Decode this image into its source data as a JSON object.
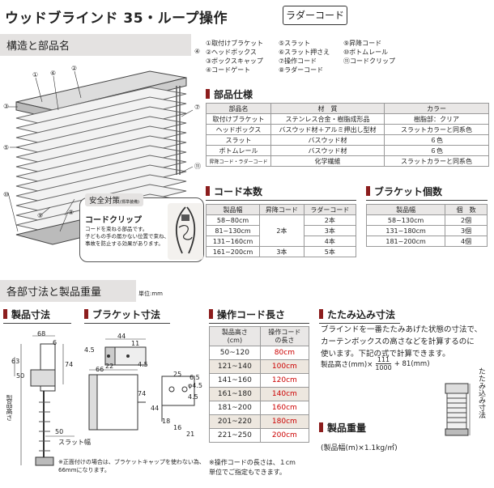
{
  "header": {
    "title": "ウッドブラインド 35・ループ操作",
    "tag": "ラダーコード"
  },
  "parts_section": {
    "heading": "構造と部品名",
    "parts": [
      [
        "①取付けブラケット",
        "⑤スラット",
        "⑨昇降コード"
      ],
      [
        "②ヘッドボックス",
        "⑥スラット押さえ",
        "⑩ボトムレール"
      ],
      [
        "③ボックスキャップ",
        "⑦操作コード",
        "⑪コードクリップ"
      ],
      [
        "④コードゲート",
        "⑧ラダーコード",
        ""
      ]
    ],
    "callout_numbers": [
      "①",
      "②",
      "③",
      "④",
      "⑤",
      "⑥",
      "⑦",
      "⑧",
      "⑨",
      "⑩",
      "⑪"
    ]
  },
  "spec": {
    "heading": "部品仕様",
    "headers": [
      "部品名",
      "材　質",
      "カラー"
    ],
    "rows": [
      [
        "取付けブラケット",
        "ステンレス合金・樹脂成形品",
        "樹脂部：クリア"
      ],
      [
        "ヘッドボックス",
        "バスウッド材＋アルミ押出し型材",
        "スラットカラーと同系色"
      ],
      [
        "スラット",
        "バスウッド材",
        "６色"
      ],
      [
        "ボトムレール",
        "バスウッド材",
        "６色"
      ],
      [
        "昇降コード・ラダーコード",
        "化学繊維",
        "スラットカラーと同系色"
      ]
    ]
  },
  "cords": {
    "heading": "コード本数",
    "headers": [
      "製品幅",
      "昇降コード",
      "ラダーコード"
    ],
    "rows": [
      [
        "58~80cm",
        "2本",
        "2本"
      ],
      [
        "81~130cm",
        "",
        "3本"
      ],
      [
        "131~160cm",
        "",
        "4本"
      ],
      [
        "161~200cm",
        "3本",
        "5本"
      ]
    ]
  },
  "brackets": {
    "heading": "ブラケット個数",
    "headers": [
      "製品幅",
      "個　数"
    ],
    "rows": [
      [
        "58~130cm",
        "2個"
      ],
      [
        "131~180cm",
        "3個"
      ],
      [
        "181~200cm",
        "4個"
      ]
    ]
  },
  "safety": {
    "badge": "安全対策",
    "badge_note": "(標準装備)",
    "title": "コードクリップ",
    "lines": [
      "コードを束ねる部品です。",
      "子どもの手の届かない位置で束ね、",
      "事故を防止する効果があります。"
    ]
  },
  "dimensions": {
    "heading": "各部寸法と製品重量",
    "unit": "単位:mm",
    "product_dims": {
      "heading": "製品寸法",
      "labels": [
        "68",
        "6",
        "63",
        "50",
        "74",
        "50",
        "製品高さ",
        "スラット幅"
      ],
      "note": [
        "※正面付けの場合は、ブラケットキャップを使わない為、",
        "66mmになります。"
      ]
    },
    "bracket_dims": {
      "heading": "ブラケット寸法",
      "labels": [
        "44",
        "11",
        "4.5",
        "22",
        "66",
        "4.5",
        "74",
        "44",
        "25",
        "6.5",
        "4.5",
        "φ4.5",
        "18",
        "16",
        "21"
      ]
    },
    "op_cord": {
      "heading": "操作コード長さ",
      "headers": [
        "製品高さ\n(cm)",
        "操作コード\nの長さ"
      ],
      "rows": [
        [
          "50~120",
          "80cm"
        ],
        [
          "121~140",
          "100cm"
        ],
        [
          "141~160",
          "120cm"
        ],
        [
          "161~180",
          "140cm"
        ],
        [
          "181~200",
          "160cm"
        ],
        [
          "201~220",
          "180cm"
        ],
        [
          "221~250",
          "200cm"
        ]
      ],
      "note": [
        "※操作コードの長さは、１cm",
        "単位でご指定もできます。"
      ]
    },
    "fold": {
      "heading": "たたみ込み寸法",
      "text": [
        "ブラインドを一番たたみあげた状態の寸法で、",
        "カーテンボックスの高さなどを計算するのに",
        "使います。下記の式で計算できます。"
      ],
      "formula_prefix": "製品高さ(mm)×",
      "numerator": "111",
      "denominator": "1000",
      "formula_suffix": "+ 81(mm)",
      "vertical_label": "たたみ込み寸法"
    },
    "weight": {
      "heading": "製品重量",
      "formula": "(製品幅(m)×1.1kg/㎡)"
    }
  }
}
